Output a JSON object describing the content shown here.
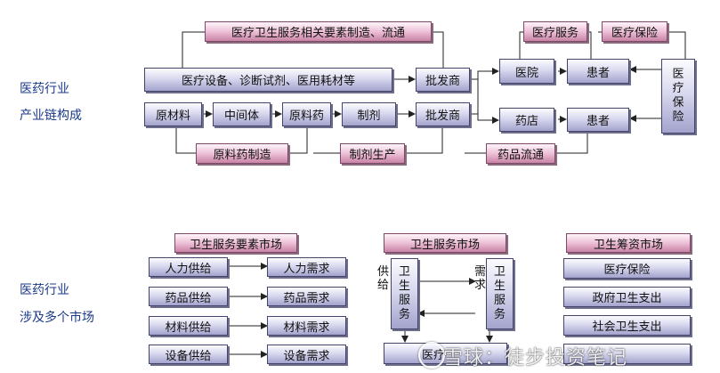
{
  "section_labels": {
    "chain_line1": "医药行业",
    "chain_line2": "产业链构成",
    "markets_line1": "医药行业",
    "markets_line2": "涉及多个市场"
  },
  "chain": {
    "top_banner": "医疗卫生服务相关要素制造、流通",
    "devices": "医疗设备、诊断试剂、医用耗材等",
    "wholesaler_top": "批发商",
    "raw_material": "原材料",
    "intermediate": "中间体",
    "api": "原料药",
    "preparation": "制剂",
    "wholesaler_bottom": "批发商",
    "hospital": "医院",
    "pharmacy": "药店",
    "patient_top": "患者",
    "patient_bottom": "患者",
    "medical_service": "医疗服务",
    "medical_insurance_banner": "医疗保险",
    "insurance_vertical": [
      "医",
      "疗",
      "保",
      "险"
    ],
    "stage_api_mfg": "原料药制造",
    "stage_preparation": "制剂生产",
    "stage_distribution": "药品流通"
  },
  "markets": {
    "factor_market": {
      "title": "卫生服务要素市场",
      "supply": [
        "人力供给",
        "药品供给",
        "材料供给",
        "设备供给"
      ],
      "demand": [
        "人力需求",
        "药品需求",
        "材料需求",
        "设备需求"
      ]
    },
    "service_market": {
      "title": "卫生服务市场",
      "supply_label": [
        "供",
        "给"
      ],
      "demand_label": [
        "需",
        "求"
      ],
      "left_col": [
        "卫",
        "生",
        "服",
        "务"
      ],
      "right_col": [
        "卫",
        "生",
        "服",
        "务"
      ],
      "bottom_visible": "医疗"
    },
    "financing_market": {
      "title": "卫生筹资市场",
      "items": [
        "医疗保险",
        "政府卫生支出",
        "社会卫生支出"
      ]
    }
  },
  "watermark": "雪球：徒步投资笔记",
  "colors": {
    "blue_box": "#b4b4da",
    "pink_box": "#dda6c0",
    "label_text": "#1a3a8a",
    "line": "#222222"
  }
}
